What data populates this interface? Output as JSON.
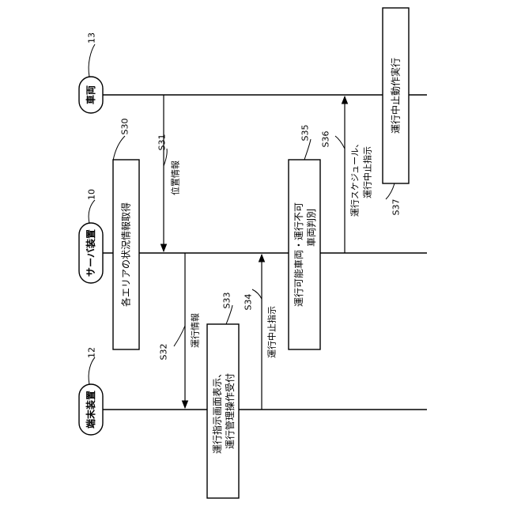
{
  "actors": {
    "vehicle": {
      "label": "車両",
      "ref": "13"
    },
    "server": {
      "label": "サーバ装置",
      "ref": "10"
    },
    "terminal": {
      "label": "端末装置",
      "ref": "12"
    }
  },
  "steps": {
    "s30": {
      "id": "S30",
      "text": "各エリアの状況情報取得"
    },
    "s31": {
      "id": "S31",
      "text": "位置情報"
    },
    "s32": {
      "id": "S32",
      "text": "運行情報"
    },
    "s33": {
      "id": "S33",
      "line1": "運行指示画面表示、",
      "line2": "運行管理操作受付"
    },
    "s34": {
      "id": "S34",
      "text": "運行中止指示"
    },
    "s35": {
      "id": "S35",
      "line1": "運行可能車両・運行不可",
      "line2": "車両判別"
    },
    "s36": {
      "id": "S36",
      "line1": "運行スケジュール、",
      "line2": "運行中止指示"
    },
    "s37": {
      "id": "S37",
      "text": "運行中止動作実行"
    }
  }
}
